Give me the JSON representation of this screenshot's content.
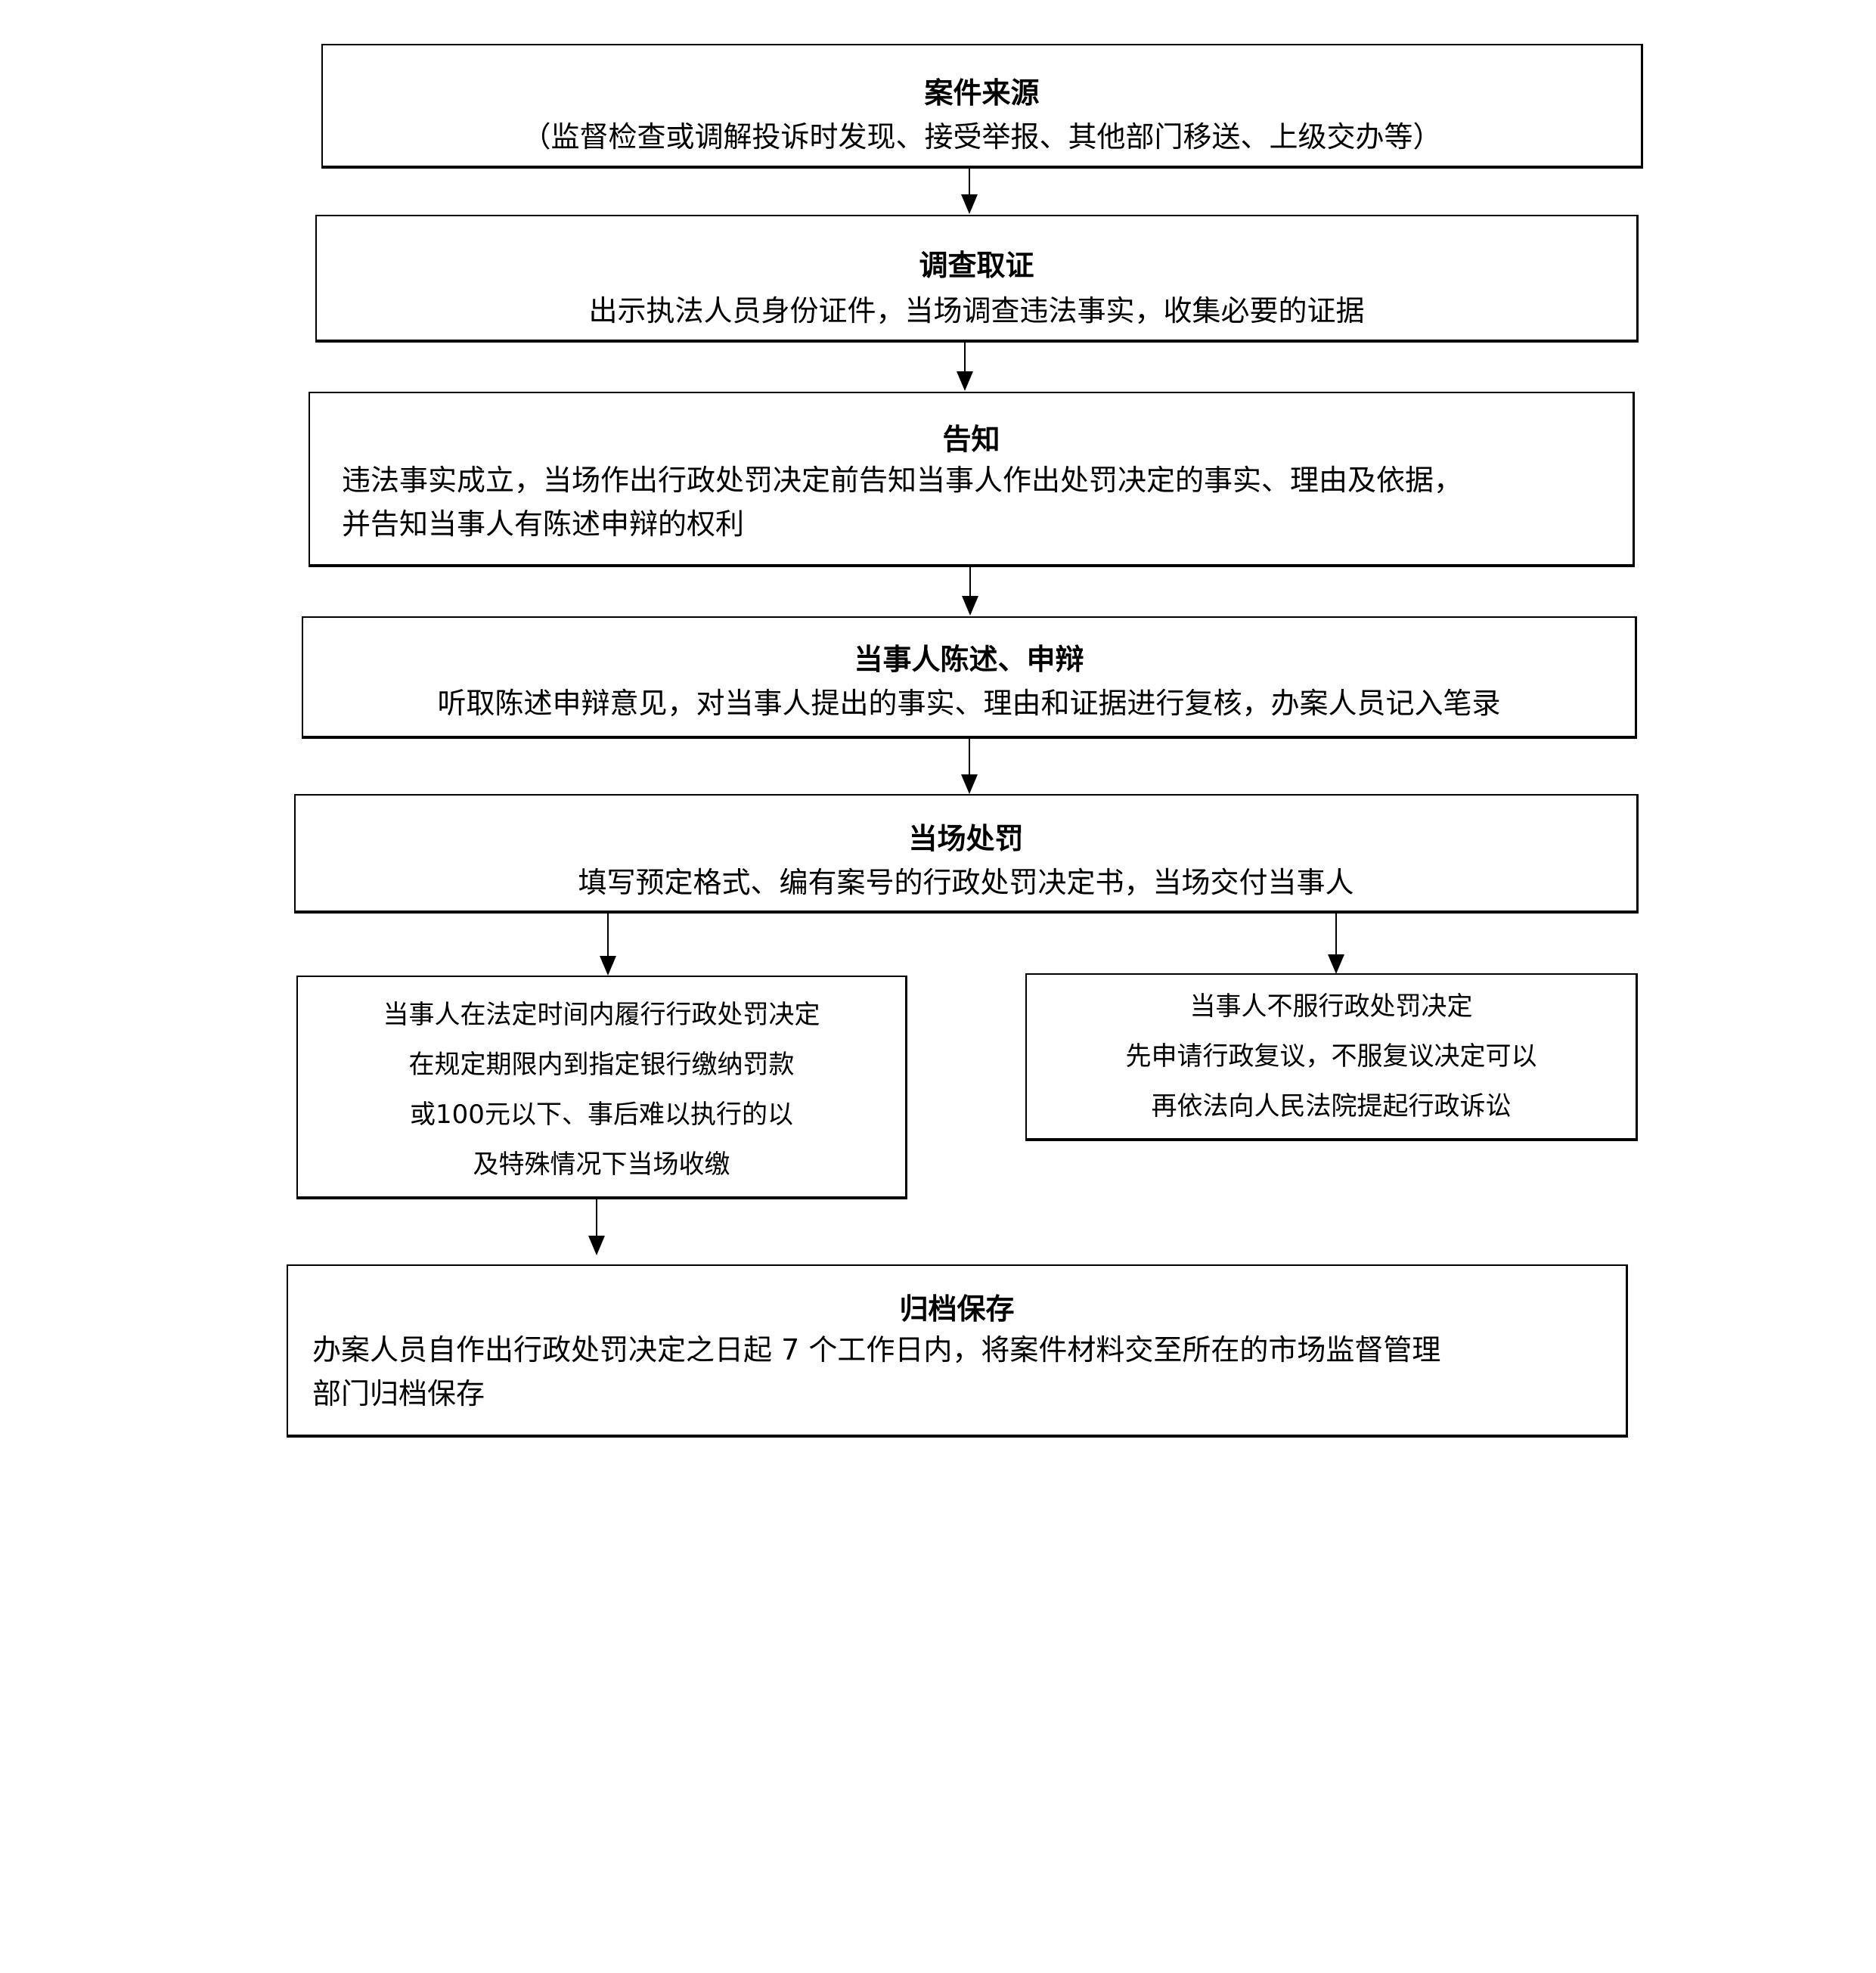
{
  "steps": {
    "source": {
      "title": "案件来源",
      "text": "（监督检查或调解投诉时发现、接受举报、其他部门移送、上级交办等）"
    },
    "investigate": {
      "title": "调查取证",
      "text": "出示执法人员身份证件，当场调查违法事实，收集必要的证据"
    },
    "notify": {
      "title": "告知",
      "lines": [
        "违法事实成立，当场作出行政处罚决定前告知当事人作出处罚决定的事实、理由及依据，",
        "并告知当事人有陈述申辩的权利"
      ]
    },
    "statement": {
      "title": "当事人陈述、申辩",
      "text": "听取陈述申辩意见，对当事人提出的事实、理由和证据进行复核，办案人员记入笔录"
    },
    "penalty": {
      "title": "当场处罚",
      "text": "填写预定格式、编有案号的行政处罚决定书，当场交付当事人"
    },
    "comply": {
      "lines": [
        "当事人在法定时间内履行行政处罚决定",
        "在规定期限内到指定银行缴纳罚款",
        "或100元以下、事后难以执行的以",
        "及特殊情况下当场收缴"
      ]
    },
    "dispute": {
      "lines": [
        "当事人不服行政处罚决定",
        "先申请行政复议，不服复议决定可以",
        "再依法向人民法院提起行政诉讼"
      ]
    },
    "archive": {
      "title": "归档保存",
      "lines": [
        "办案人员自作出行政处罚决定之日起 7 个工作日内，将案件材料交至所在的市场监督管理",
        "部门归档保存"
      ]
    }
  }
}
